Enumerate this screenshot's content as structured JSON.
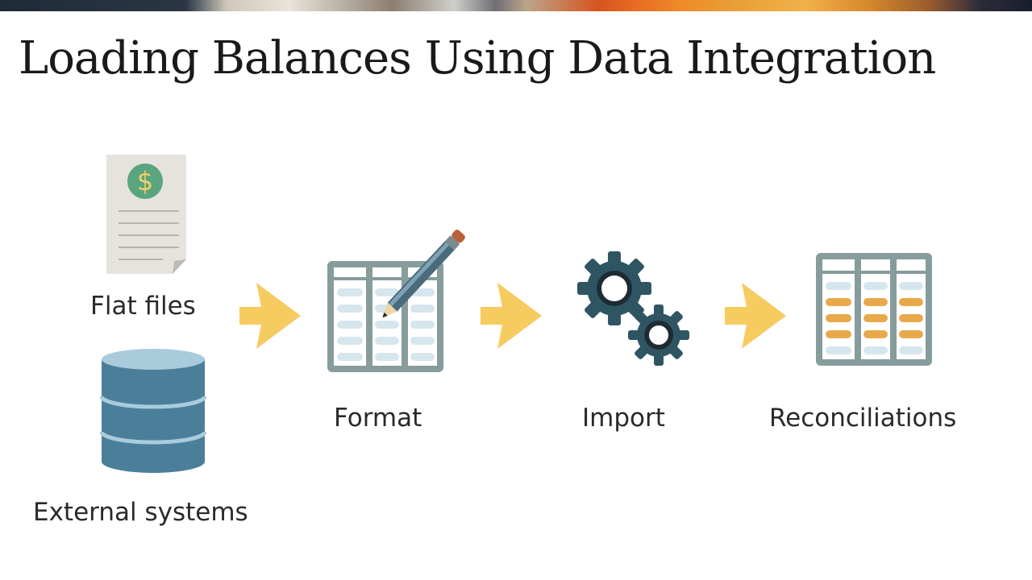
{
  "slide": {
    "title": "Loading Balances Using Data Integration"
  },
  "sources": [
    {
      "label": "Flat files",
      "icon": "dollar-document-icon"
    },
    {
      "label": "External systems",
      "icon": "database-icon"
    }
  ],
  "steps": [
    {
      "label": "Format",
      "icon": "spreadsheet-pencil-icon"
    },
    {
      "label": "Import",
      "icon": "gears-icon"
    },
    {
      "label": "Reconciliations",
      "icon": "reconciliation-table-icon"
    }
  ],
  "colors": {
    "arrow": "#f6cb5f",
    "table_frame": "#879c9c",
    "table_cell": "#d6e6ee",
    "highlight_cell": "#e8a94a",
    "gear": "#2f5563",
    "database": "#4b7f99",
    "database_top": "#a9cbdc",
    "dollar_circle": "#5aa57d",
    "dollar_sign": "#f2d06b"
  }
}
